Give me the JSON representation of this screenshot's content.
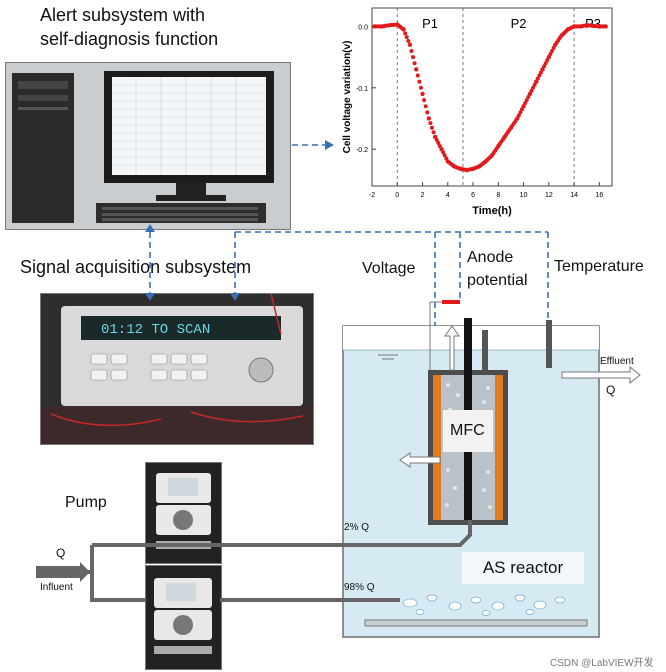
{
  "titles": {
    "alert_line1": "Alert subsystem with",
    "alert_line2": "self-diagnosis function",
    "signal": "Signal acquisition subsystem",
    "pump": "Pump"
  },
  "labels": {
    "voltage": "Voltage",
    "anode_line1": "Anode",
    "anode_line2": "potential",
    "temperature": "Temperature",
    "effluent": "Effluent",
    "q_effluent": "Q",
    "mfc": "MFC",
    "as_reactor": "AS reactor",
    "two_percent_q": "2% Q",
    "ninetyeight_percent_q": "98% Q",
    "q_in": "Q",
    "influent": "Influent",
    "meter_display": "01:12  TO SCAN"
  },
  "watermark": "CSDN @LabVIEW开发",
  "colors": {
    "dashed_link": "#3a6fb5",
    "data_red": "#e31a1c",
    "tank_water": "#d6eaf3",
    "mfc_orange": "#e07a1f"
  },
  "chart_data": {
    "type": "scatter",
    "xlabel": "Time(h)",
    "ylabel": "Cell voltage variation(v)",
    "xlim": [
      -2,
      17
    ],
    "ylim": [
      -0.26,
      0.03
    ],
    "xticks": [
      "-2",
      "0",
      "2",
      "4",
      "6",
      "8",
      "10",
      "12",
      "14",
      "16"
    ],
    "yticks": [
      "0.0",
      "-0.1",
      "-0.2"
    ],
    "phases": [
      {
        "label": "P1",
        "x_start": 0,
        "x_end": 5.2
      },
      {
        "label": "P2",
        "x_start": 5.2,
        "x_end": 14
      },
      {
        "label": "P3",
        "x_start": 14,
        "x_end": 17
      }
    ],
    "series": [
      {
        "x": [
          -1.8,
          -1.2,
          -0.6,
          0,
          0.5,
          1,
          1.5,
          2,
          2.5,
          3,
          3.5,
          4,
          4.5,
          5,
          5.5,
          6,
          6.5,
          7,
          7.5,
          8,
          8.5,
          9,
          9.5,
          10,
          10.5,
          11,
          11.5,
          12,
          12.5,
          13,
          13.5,
          14,
          14.5,
          15,
          15.5,
          16,
          16.5
        ],
        "y": [
          0.0,
          0.0,
          0.002,
          0.003,
          -0.005,
          -0.03,
          -0.07,
          -0.11,
          -0.15,
          -0.18,
          -0.2,
          -0.22,
          -0.228,
          -0.232,
          -0.234,
          -0.232,
          -0.228,
          -0.22,
          -0.21,
          -0.195,
          -0.18,
          -0.165,
          -0.15,
          -0.13,
          -0.11,
          -0.09,
          -0.07,
          -0.05,
          -0.03,
          -0.015,
          -0.005,
          0.0,
          0.0,
          0.002,
          0.001,
          0.0,
          0.0
        ]
      }
    ],
    "grid": false
  }
}
